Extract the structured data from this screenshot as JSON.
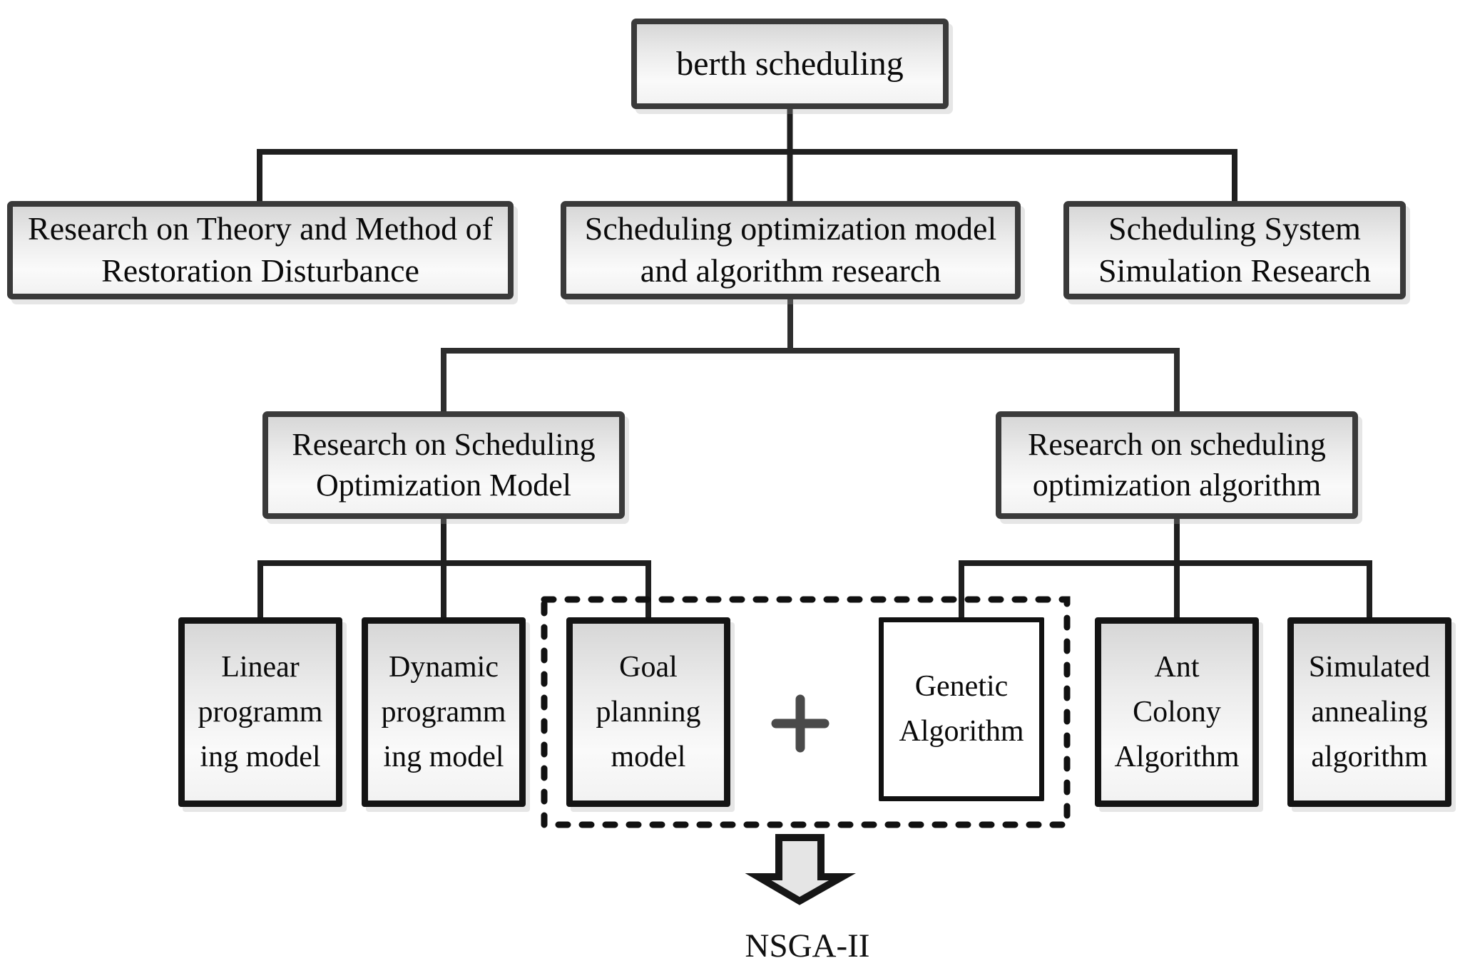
{
  "figure": {
    "type": "flowchart",
    "description_root": "berth scheduling"
  },
  "nodes": {
    "root": {
      "label": "berth scheduling"
    },
    "restoration": {
      "label": "Research on Theory and Method of Restoration Disturbance"
    },
    "model_algo": {
      "label": "Scheduling optimization model and algorithm research"
    },
    "simulation": {
      "label": "Scheduling System Simulation Research"
    },
    "opt_model": {
      "label": "Research on Scheduling Optimization Model"
    },
    "opt_algo": {
      "label": "Research on scheduling optimization algorithm"
    },
    "linear": {
      "label": "Linear programming model"
    },
    "dynamic": {
      "label": "Dynamic programming model"
    },
    "goal": {
      "label": "Goal planning model"
    },
    "genetic": {
      "label": "Genetic Algorithm"
    },
    "ant": {
      "label": "Ant Colony Algorithm"
    },
    "simulated": {
      "label": "Simulated annealing algorithm"
    }
  },
  "edges": [
    {
      "from": "berth scheduling",
      "to": "Research on Theory and Method of Restoration Disturbance"
    },
    {
      "from": "berth scheduling",
      "to": "Scheduling optimization model and algorithm research"
    },
    {
      "from": "berth scheduling",
      "to": "Scheduling System Simulation Research"
    },
    {
      "from": "Scheduling optimization model and algorithm research",
      "to": "Research on Scheduling Optimization Model"
    },
    {
      "from": "Scheduling optimization model and algorithm research",
      "to": "Research on scheduling optimization algorithm"
    },
    {
      "from": "Research on Scheduling Optimization Model",
      "to": "Linear programming model"
    },
    {
      "from": "Research on Scheduling Optimization Model",
      "to": "Dynamic programming model"
    },
    {
      "from": "Research on Scheduling Optimization Model",
      "to": "Goal planning model"
    },
    {
      "from": "Research on scheduling optimization algorithm",
      "to": "Genetic Algorithm"
    },
    {
      "from": "Research on scheduling optimization algorithm",
      "to": "Ant Colony Algorithm"
    },
    {
      "from": "Research on scheduling optimization algorithm",
      "to": "Simulated annealing algorithm"
    }
  ],
  "combination": {
    "members": [
      "Goal planning model",
      "Genetic Algorithm"
    ],
    "operator": "+",
    "result": "NSGA-II"
  },
  "icons": {
    "plus": "plus-icon",
    "down_arrow": "down-arrow-icon"
  },
  "colors": {
    "background": "#ffffff",
    "box_border": "#3a3a3a",
    "leaf_border": "#141414",
    "connector": "#1f1f1f",
    "box_fill_top": "#d7d7d7",
    "box_fill_bottom": "#f2f2f2",
    "genetic_fill": "#ffffff",
    "dashed_outline": "#111111",
    "plus_color": "#4a4a4a",
    "arrow_fill": "#e5e5e5",
    "text": "#0a0a0a"
  }
}
